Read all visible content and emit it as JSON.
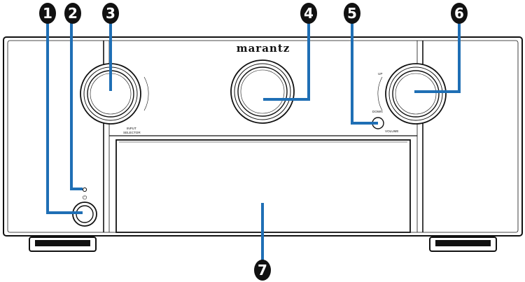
{
  "brand": "marantz",
  "labels": {
    "input_selector_1": "INPUT",
    "input_selector_2": "SELECTOR",
    "volume": "VOLUME",
    "up": "UP",
    "down": "DOWN",
    "power_symbol": "⏻"
  },
  "callouts": [
    {
      "number": "1",
      "target": "power-button"
    },
    {
      "number": "2",
      "target": "power-indicator"
    },
    {
      "number": "3",
      "target": "input-selector-knob"
    },
    {
      "number": "4",
      "target": "center-knob"
    },
    {
      "number": "5",
      "target": "down-button"
    },
    {
      "number": "6",
      "target": "volume-knob"
    },
    {
      "number": "7",
      "target": "front-door"
    }
  ],
  "colors": {
    "callout_line": "#1f6fb5",
    "callout_badge": "#111111",
    "outline": "#111111"
  }
}
